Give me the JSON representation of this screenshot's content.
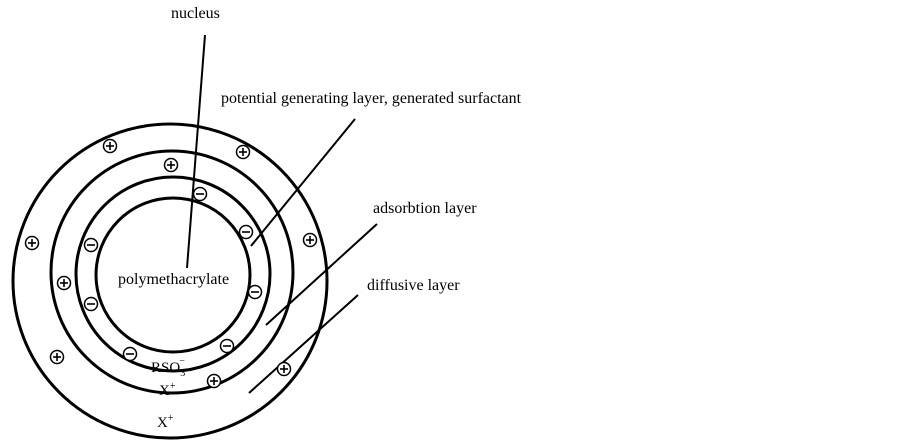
{
  "labels": {
    "nucleus": "nucleus",
    "potential_layer": "potential generating layer, generated surfactant",
    "adsorption_layer": "adsorbtion layer",
    "diffusive_layer": "diffusive layer",
    "core": "polymethacrylate",
    "rso3": "RSO",
    "rso3_sub": "3",
    "rso3_sup": "−",
    "x_inner": "X",
    "x_inner_sup": "+",
    "x_outer": "X",
    "x_outer_sup": "+"
  },
  "colors": {
    "line": "#000000",
    "background": "#ffffff"
  },
  "icons": {
    "positive": "plus-charge-icon",
    "negative": "minus-charge-icon"
  }
}
